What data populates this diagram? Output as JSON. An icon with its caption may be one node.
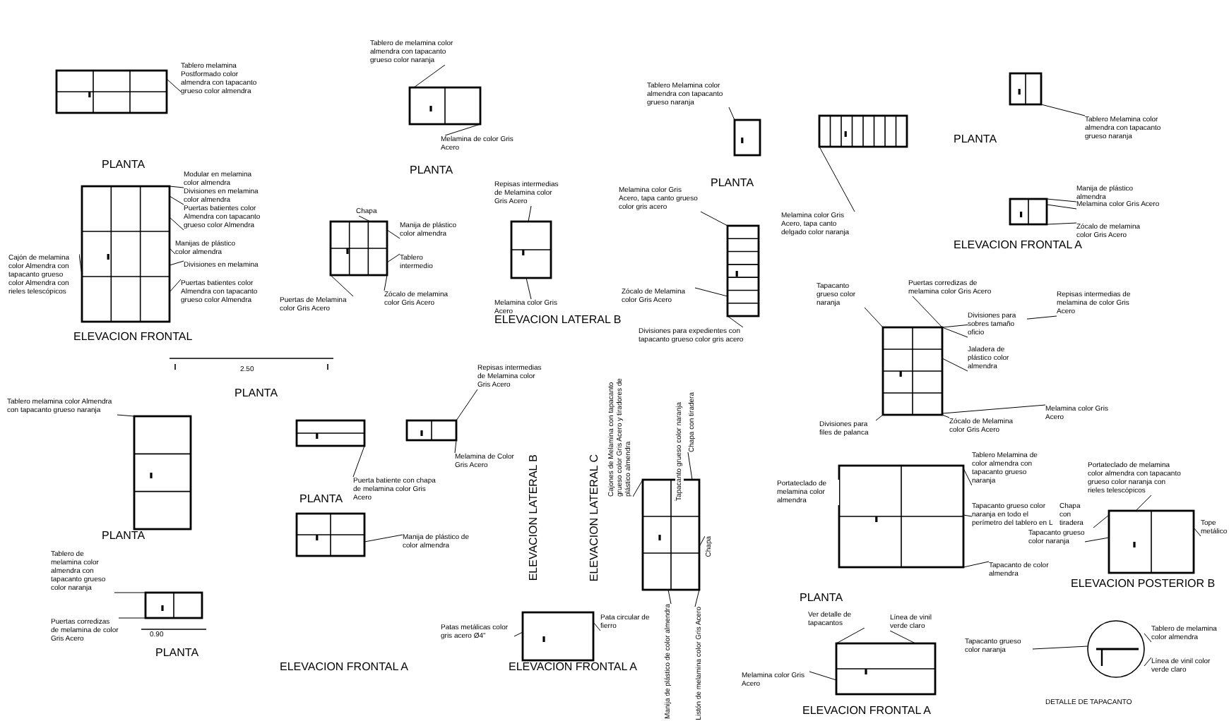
{
  "diagram": {
    "nodes": [
      {
        "text": [],
        "shape": "box"
      },
      {
        "text": [],
        "shape": "box"
      },
      {
        "text": [],
        "shape": "box"
      },
      {
        "text": [],
        "shape": "box"
      },
      {
        "text": [],
        "shape": "box"
      },
      {
        "text": [],
        "shape": "box"
      },
      {
        "text": [],
        "shape": "box"
      },
      {
        "text": [],
        "shape": "box"
      },
      {
        "text": [],
        "shape": "box"
      },
      {
        "text": [],
        "shape": "box"
      },
      {
        "text": [],
        "shape": "box"
      },
      {
        "text": [],
        "shape": "box"
      },
      {
        "text": [],
        "shape": "box"
      },
      {
        "text": [],
        "shape": "box"
      },
      {
        "text": [],
        "shape": "box"
      },
      {
        "text": [],
        "shape": "box"
      },
      {
        "text": [],
        "shape": "box"
      },
      {
        "text": [],
        "shape": "box"
      },
      {
        "text": [],
        "shape": "box"
      },
      {
        "text": [],
        "shape": "box"
      },
      {
        "text": [],
        "shape": "box"
      },
      {
        "text": [],
        "shape": "circle"
      },
      {
        "text": [
          "Tablero melamina Postformado color almendra con tapacanto grueso color almendra"
        ]
      },
      {
        "text": [
          "Tablero de melamina color almendra con tapacanto grueso color naranja"
        ]
      },
      {
        "text": [
          "Melamina de color Gris Acero"
        ]
      },
      {
        "text": [
          "Modular en melamina color almendra"
        ]
      },
      {
        "text": [
          "Divisiones en melamina color almendra"
        ]
      },
      {
        "text": [
          "Puertas batientes color Almendra con tapacanto grueso color Almendra"
        ]
      },
      {
        "text": [
          "Manijas de plástico color almendra"
        ]
      },
      {
        "text": [
          "Cajón de melamina color Almendra con tapacanto grueso color Almendra con rieles telescópicos"
        ]
      },
      {
        "text": [
          "Divisiones en melamina"
        ]
      },
      {
        "text": [
          "Puertas batientes color Almendra con tapacanto grueso color Almendra"
        ]
      },
      {
        "text": [
          "Chapa"
        ]
      },
      {
        "text": [
          "Manija de plástico color almendra"
        ]
      },
      {
        "text": [
          "Tablero intermedio"
        ]
      },
      {
        "text": [
          "Puertas de Melamina color Gris Acero"
        ]
      },
      {
        "text": [
          "Zócalo de melamina color Gris Acero"
        ]
      },
      {
        "text": [
          "Repisas intermedias de Melamina color Gris Acero"
        ]
      },
      {
        "text": [
          "Melamina color Gris Acero"
        ]
      },
      {
        "text": [
          "Tablero Melamina color almendra con tapacanto grueso naranja"
        ]
      },
      {
        "text": [
          "Melamina color Gris Acero, tapa canto grueso color gris acero"
        ]
      },
      {
        "text": [
          "Melamina color Gris Acero, tapa canto delgado color naranja"
        ]
      },
      {
        "text": [
          "Zócalo de Melamina color Gris Acero"
        ]
      },
      {
        "text": [
          "Divisiones para expedientes con tapacanto grueso color gris acero"
        ]
      },
      {
        "text": [
          "Tablero Melamina color almendra con tapacanto grueso naranja"
        ]
      },
      {
        "text": [
          "Manija de plástico almendra"
        ]
      },
      {
        "text": [
          "Melamina color Gris Acero"
        ]
      },
      {
        "text": [
          "Zócalo de melamina color Gris Acero"
        ]
      },
      {
        "text": [
          "Puertas corredizas de melamina color Gris Acero"
        ]
      },
      {
        "text": [
          "Tapacanto grueso color naranja"
        ]
      },
      {
        "text": [
          "Divisiones para sobres tamaño oficio"
        ]
      },
      {
        "text": [
          "Jaladera de plástico color almendra"
        ]
      },
      {
        "text": [
          "Repisas intermedias de melamina de color Gris Acero"
        ]
      },
      {
        "text": [
          "Divisiones para files de palanca"
        ]
      },
      {
        "text": [
          "Zócalo de Melamina color Gris Acero"
        ]
      },
      {
        "text": [
          "Melamina color Gris Acero"
        ]
      },
      {
        "text": [
          "Tablero melamina color Almendra con tapacanto grueso naranja"
        ]
      },
      {
        "text": [
          "Tablero de melamina color almendra con tapacanto grueso color naranja"
        ]
      },
      {
        "text": [
          "Puertas corredizas de melamina de color Gris Acero"
        ]
      },
      {
        "text": [
          "Puerta batiente con chapa de melamina color Gris Acero"
        ]
      },
      {
        "text": [
          "Manija de plástico de color almendra"
        ]
      },
      {
        "text": [
          "Repisas intermedias de Melamina color Gris Acero"
        ]
      },
      {
        "text": [
          "Melamina de Color Gris Acero"
        ]
      },
      {
        "text": [
          "Patas metálicas color gris acero Ø4\""
        ]
      },
      {
        "text": [
          "Pata circular de fierro"
        ]
      },
      {
        "text": [
          "Cajones de Melamina con tapacanto grueso color Gris Acero y tiradores de plástico almendra"
        ]
      },
      {
        "text": [
          "Tapacanto grueso color naranja"
        ]
      },
      {
        "text": [
          "Chapa con tiradera"
        ]
      },
      {
        "text": [
          "Chapa"
        ]
      },
      {
        "text": [
          "Manija de plástico de color almendra"
        ]
      },
      {
        "text": [
          "Listón de melamina color Gris Acero"
        ]
      },
      {
        "text": [
          "Portateclado de melamina color almendra"
        ]
      },
      {
        "text": [
          "Tablero Melamina de color almendra con tapacanto grueso naranja"
        ]
      },
      {
        "text": [
          "Tapacanto grueso color naranja en todo el perímetro del tablero en L"
        ]
      },
      {
        "text": [
          "Tapacanto de color almendra"
        ]
      },
      {
        "text": [
          "Portateclado de melamina color almendra con tapacanto grueso color naranja con rieles telescópicos"
        ]
      },
      {
        "text": [
          "Chapa con tiradera"
        ]
      },
      {
        "text": [
          "Tapacanto grueso color naranja"
        ]
      },
      {
        "text": [
          "Tope metálico"
        ]
      },
      {
        "text": [
          "Ver detalle de tapacantos"
        ]
      },
      {
        "text": [
          "Línea de vinil verde claro"
        ]
      },
      {
        "text": [
          "Melamina color Gris Acero"
        ]
      },
      {
        "text": [
          "Tapacanto grueso color naranja"
        ]
      },
      {
        "text": [
          "Tablero de melamina color almendra"
        ]
      },
      {
        "text": [
          "Línea de vinil color verde claro"
        ]
      }
    ],
    "edges": [
      {
        "from": 22,
        "to": 0,
        "arrow": "none"
      },
      {
        "from": 23,
        "to": 2,
        "arrow": "none"
      },
      {
        "from": 24,
        "to": 2,
        "arrow": "none"
      },
      {
        "from": 25,
        "to": 1,
        "arrow": "none"
      },
      {
        "from": 26,
        "to": 1,
        "arrow": "none"
      },
      {
        "from": 27,
        "to": 1,
        "arrow": "none"
      },
      {
        "from": 28,
        "to": 1,
        "arrow": "none"
      },
      {
        "from": 29,
        "to": 1,
        "arrow": "none"
      },
      {
        "from": 30,
        "to": 1,
        "arrow": "none"
      },
      {
        "from": 31,
        "to": 1,
        "arrow": "none"
      },
      {
        "from": 32,
        "to": 3,
        "arrow": "none"
      },
      {
        "from": 33,
        "to": 3,
        "arrow": "none"
      },
      {
        "from": 34,
        "to": 3,
        "arrow": "none"
      },
      {
        "from": 35,
        "to": 3,
        "arrow": "none"
      },
      {
        "from": 36,
        "to": 3,
        "arrow": "none"
      },
      {
        "from": 37,
        "to": 4,
        "arrow": "none"
      },
      {
        "from": 38,
        "to": 4,
        "arrow": "none"
      },
      {
        "from": 39,
        "to": 5,
        "arrow": "none"
      },
      {
        "from": 40,
        "to": 7,
        "arrow": "none"
      },
      {
        "from": 41,
        "to": 6,
        "arrow": "none"
      },
      {
        "from": 42,
        "to": 7,
        "arrow": "none"
      },
      {
        "from": 43,
        "to": 7,
        "arrow": "none"
      },
      {
        "from": 44,
        "to": 8,
        "arrow": "none"
      },
      {
        "from": 45,
        "to": 9,
        "arrow": "none"
      },
      {
        "from": 46,
        "to": 9,
        "arrow": "none"
      },
      {
        "from": 47,
        "to": 9,
        "arrow": "none"
      },
      {
        "from": 48,
        "to": 10,
        "arrow": "none"
      },
      {
        "from": 49,
        "to": 10,
        "arrow": "none"
      },
      {
        "from": 50,
        "to": 10,
        "arrow": "none"
      },
      {
        "from": 51,
        "to": 10,
        "arrow": "none"
      },
      {
        "from": 52,
        "to": 10,
        "arrow": "none"
      },
      {
        "from": 53,
        "to": 10,
        "arrow": "none"
      },
      {
        "from": 54,
        "to": 10,
        "arrow": "none"
      },
      {
        "from": 55,
        "to": 10,
        "arrow": "none"
      },
      {
        "from": 56,
        "to": 11,
        "arrow": "none"
      },
      {
        "from": 57,
        "to": 12,
        "arrow": "none"
      },
      {
        "from": 58,
        "to": 12,
        "arrow": "none"
      },
      {
        "from": 59,
        "to": 13,
        "arrow": "none"
      },
      {
        "from": 60,
        "to": 14,
        "arrow": "none"
      },
      {
        "from": 61,
        "to": 15,
        "arrow": "none"
      },
      {
        "from": 62,
        "to": 15,
        "arrow": "none"
      },
      {
        "from": 63,
        "to": 17,
        "arrow": "none"
      },
      {
        "from": 64,
        "to": 17,
        "arrow": "none"
      },
      {
        "from": 65,
        "to": 16,
        "arrow": "none"
      },
      {
        "from": 66,
        "to": 16,
        "arrow": "none"
      },
      {
        "from": 67,
        "to": 16,
        "arrow": "none"
      },
      {
        "from": 68,
        "to": 16,
        "arrow": "none"
      },
      {
        "from": 69,
        "to": 16,
        "arrow": "none"
      },
      {
        "from": 70,
        "to": 16,
        "arrow": "none"
      },
      {
        "from": 71,
        "to": 18,
        "arrow": "none"
      },
      {
        "from": 72,
        "to": 18,
        "arrow": "none"
      },
      {
        "from": 73,
        "to": 18,
        "arrow": "none"
      },
      {
        "from": 74,
        "to": 18,
        "arrow": "none"
      },
      {
        "from": 75,
        "to": 19,
        "arrow": "none"
      },
      {
        "from": 76,
        "to": 19,
        "arrow": "none"
      },
      {
        "from": 77,
        "to": 19,
        "arrow": "none"
      },
      {
        "from": 78,
        "to": 19,
        "arrow": "none"
      },
      {
        "from": 79,
        "to": 20,
        "arrow": "none"
      },
      {
        "from": 80,
        "to": 20,
        "arrow": "none"
      },
      {
        "from": 81,
        "to": 20,
        "arrow": "none"
      },
      {
        "from": 82,
        "to": 21,
        "arrow": "none"
      },
      {
        "from": 83,
        "to": 21,
        "arrow": "none"
      },
      {
        "from": 84,
        "to": 21,
        "arrow": "none"
      }
    ],
    "labels": [
      "PLANTA",
      "PLANTA",
      "ELEVACION FRONTAL",
      "ELEVACION LATERAL B",
      "PLANTA",
      "PLANTA",
      "ELEVACION FRONTAL A",
      "2.50",
      "PLANTA",
      "PLANTA",
      "PLANTA",
      "0.90",
      "PLANTA",
      "ELEVACION FRONTAL A",
      "ELEVACION LATERAL B",
      "ELEVACION LATERAL C",
      "ELEVACION FRONTAL A",
      "PLANTA",
      "ELEVACION POSTERIOR B",
      "ELEVACION FRONTAL A",
      "DETALLE DE TAPACANTO"
    ]
  }
}
